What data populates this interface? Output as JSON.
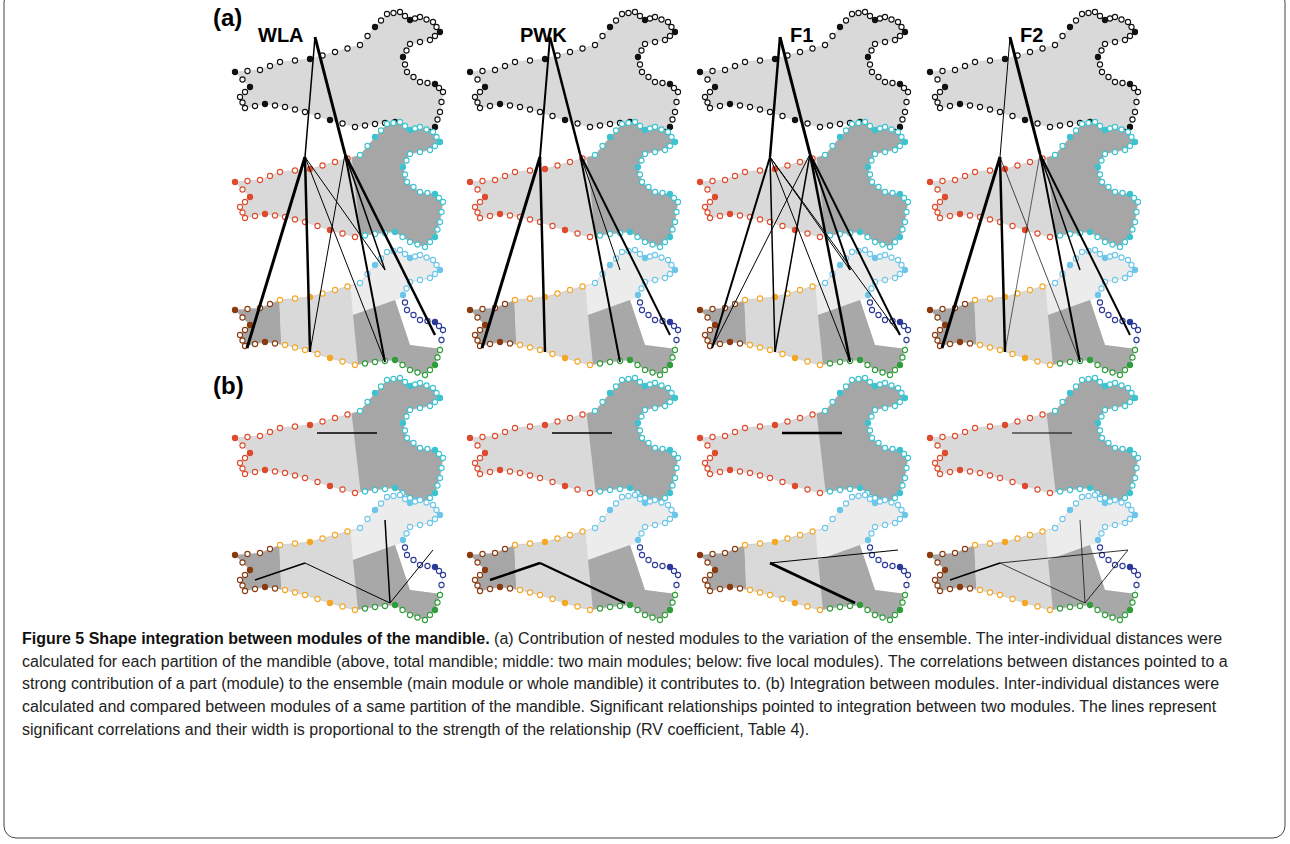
{
  "diagram": {
    "title": "Figure 5 Shape integration between modules of the mandible.",
    "caption": "(a) Contribution of nested modules to the variation of the ensemble. The inter-individual distances were calculated for each partition of the mandible (above, total mandible; middle: two main modules; below: five local modules). The correlations between distances pointed to a strong contribution of a part (module) to the ensemble (main module or whole mandible) it contributes to. (b) Integration between modules. Inter-individual distances were calculated and compared between modules of a same partition of the mandible. Significant relationships pointed to integration between two modules. The lines represent significant correlations and their width is proportional to the strength of the relationship (RV coefficient, Table 4).",
    "labels": [
      "(a)",
      "WLA",
      "PWK",
      "F1",
      "F2",
      "(b)"
    ]
  }
}
